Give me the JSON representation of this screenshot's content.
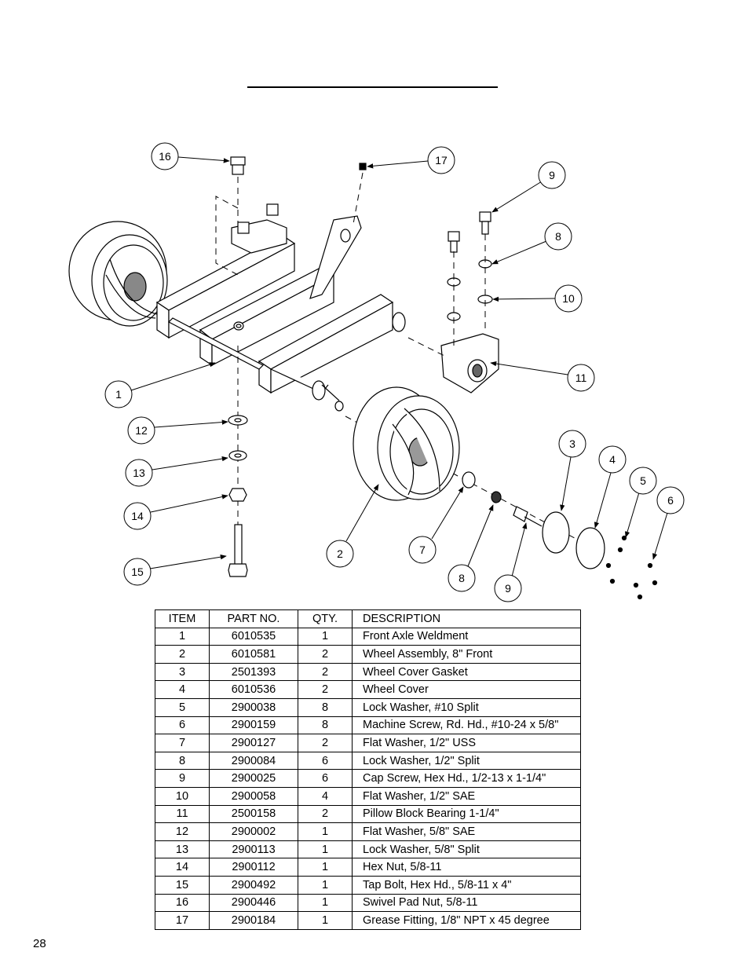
{
  "callouts": [
    "16",
    "17",
    "9",
    "8",
    "10",
    "1",
    "11",
    "12",
    "13",
    "14",
    "15",
    "2",
    "7",
    "8",
    "9",
    "3",
    "4",
    "5",
    "6"
  ],
  "table": {
    "headers": {
      "item": "ITEM",
      "part_no": "PART NO.",
      "qty": "QTY.",
      "description": "DESCRIPTION"
    },
    "rows": [
      {
        "item": "1",
        "part_no": "6010535",
        "qty": "1",
        "description": "Front Axle Weldment"
      },
      {
        "item": "2",
        "part_no": "6010581",
        "qty": "2",
        "description": "Wheel Assembly, 8\" Front"
      },
      {
        "item": "3",
        "part_no": "2501393",
        "qty": "2",
        "description": "Wheel Cover Gasket"
      },
      {
        "item": "4",
        "part_no": "6010536",
        "qty": "2",
        "description": "Wheel Cover"
      },
      {
        "item": "5",
        "part_no": "2900038",
        "qty": "8",
        "description": "Lock Washer, #10 Split"
      },
      {
        "item": "6",
        "part_no": "2900159",
        "qty": "8",
        "description": "Machine Screw, Rd. Hd., #10-24 x 5/8\""
      },
      {
        "item": "7",
        "part_no": "2900127",
        "qty": "2",
        "description": "Flat Washer, 1/2\" USS"
      },
      {
        "item": "8",
        "part_no": "2900084",
        "qty": "6",
        "description": "Lock Washer, 1/2\" Split"
      },
      {
        "item": "9",
        "part_no": "2900025",
        "qty": "6",
        "description": "Cap Screw, Hex Hd., 1/2-13 x 1-1/4\""
      },
      {
        "item": "10",
        "part_no": "2900058",
        "qty": "4",
        "description": "Flat Washer, 1/2\" SAE"
      },
      {
        "item": "11",
        "part_no": "2500158",
        "qty": "2",
        "description": "Pillow Block Bearing 1-1/4\""
      },
      {
        "item": "12",
        "part_no": "2900002",
        "qty": "1",
        "description": "Flat Washer, 5/8\" SAE"
      },
      {
        "item": "13",
        "part_no": "2900113",
        "qty": "1",
        "description": "Lock Washer, 5/8\" Split"
      },
      {
        "item": "14",
        "part_no": "2900112",
        "qty": "1",
        "description": "Hex Nut, 5/8-11"
      },
      {
        "item": "15",
        "part_no": "2900492",
        "qty": "1",
        "description": "Tap Bolt, Hex Hd., 5/8-11 x 4\""
      },
      {
        "item": "16",
        "part_no": "2900446",
        "qty": "1",
        "description": "Swivel Pad Nut, 5/8-11"
      },
      {
        "item": "17",
        "part_no": "2900184",
        "qty": "1",
        "description": "Grease Fitting, 1/8\" NPT x 45 degree"
      }
    ]
  },
  "page_number": "28"
}
